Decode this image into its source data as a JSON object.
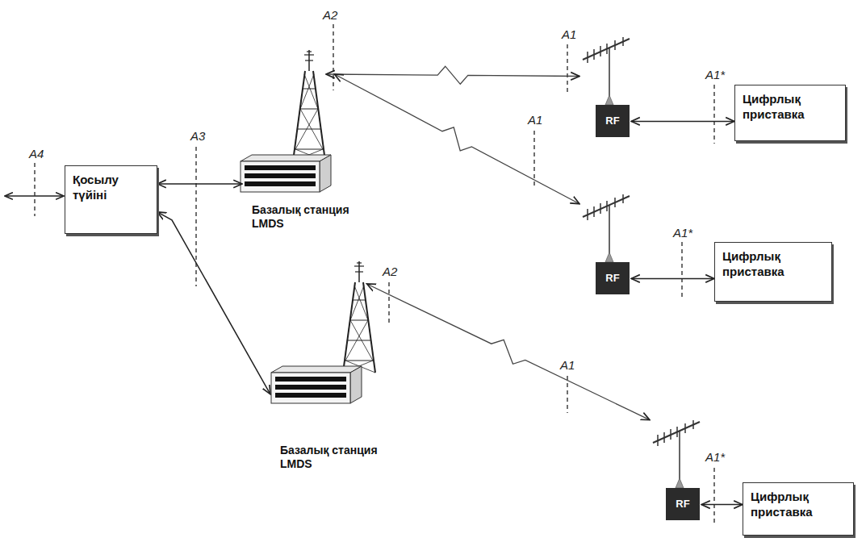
{
  "diagram": {
    "nodes": [
      {
        "text": [
          "Қосылу түйіні"
        ]
      },
      {
        "text": [
          "Базалық станция LMDS"
        ]
      },
      {
        "text": [
          "RF"
        ]
      },
      {
        "text": [
          "Цифрлық приставка"
        ]
      },
      {
        "text": [
          "RF"
        ]
      },
      {
        "text": [
          "Цифрлық приставка"
        ]
      },
      {
        "text": [
          "Базалық станция LMDS"
        ]
      },
      {
        "text": [
          "RF"
        ]
      },
      {
        "text": [
          "Цифрлық приставка"
        ]
      }
    ],
    "edges": [
      {
        "from": 0,
        "to": 1,
        "arrow": "both"
      },
      {
        "from": 0,
        "to": 6,
        "arrow": "both"
      },
      {
        "from": 1,
        "to": 2,
        "arrow": "both"
      },
      {
        "from": 1,
        "to": 4,
        "arrow": "both"
      },
      {
        "from": 6,
        "to": 7,
        "arrow": "both"
      },
      {
        "from": 2,
        "to": 3,
        "arrow": "both"
      },
      {
        "from": 4,
        "to": 5,
        "arrow": "both"
      },
      {
        "from": 7,
        "to": 8,
        "arrow": "both"
      }
    ],
    "labels": [
      "A4",
      "A3",
      "A2",
      "A1",
      "A1",
      "A1*",
      "A1*",
      "A2",
      "A1",
      "A1*"
    ]
  }
}
